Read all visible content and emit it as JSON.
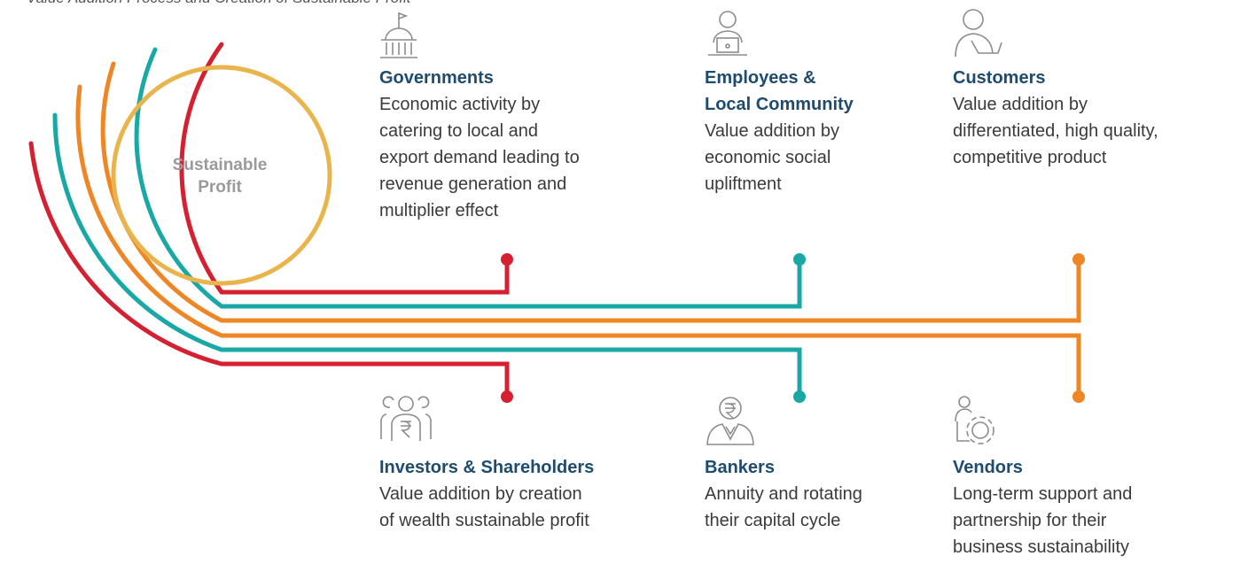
{
  "page_title": "Value Addition Process and Creation of Sustainable Profit",
  "center": {
    "line1": "Sustainable",
    "line2": "Profit"
  },
  "colors": {
    "red": "#d42030",
    "teal": "#19a8a6",
    "orange": "#ee8626",
    "gold": "#e9b44c",
    "heading": "#1e4b6e",
    "icon": "#8c8c8c"
  },
  "stakeholders": {
    "governments": {
      "icon": "government-building-icon",
      "title": "Governments",
      "desc": [
        "Economic activity by",
        "catering to local and",
        "export demand leading to",
        "revenue generation and",
        "multiplier effect"
      ]
    },
    "employees": {
      "icon": "employee-laptop-icon",
      "title": [
        "Employees &",
        "Local Community"
      ],
      "desc": [
        "Value addition by",
        "economic social",
        "upliftment"
      ]
    },
    "customers": {
      "icon": "customer-person-icon",
      "title": "Customers",
      "desc": [
        "Value addition by",
        "differentiated, high quality,",
        "competitive product"
      ]
    },
    "investors": {
      "icon": "investors-group-rupee-icon",
      "title": "Investors & Shareholders",
      "desc": [
        "Value addition by creation",
        "of wealth sustainable profit"
      ]
    },
    "bankers": {
      "icon": "banker-rupee-icon",
      "title": "Bankers",
      "desc": [
        "Annuity and rotating",
        "their capital cycle"
      ]
    },
    "vendors": {
      "icon": "vendor-gear-icon",
      "title": "Vendors",
      "desc": [
        "Long-term support and",
        "partnership for their",
        "business sustainability"
      ]
    }
  }
}
